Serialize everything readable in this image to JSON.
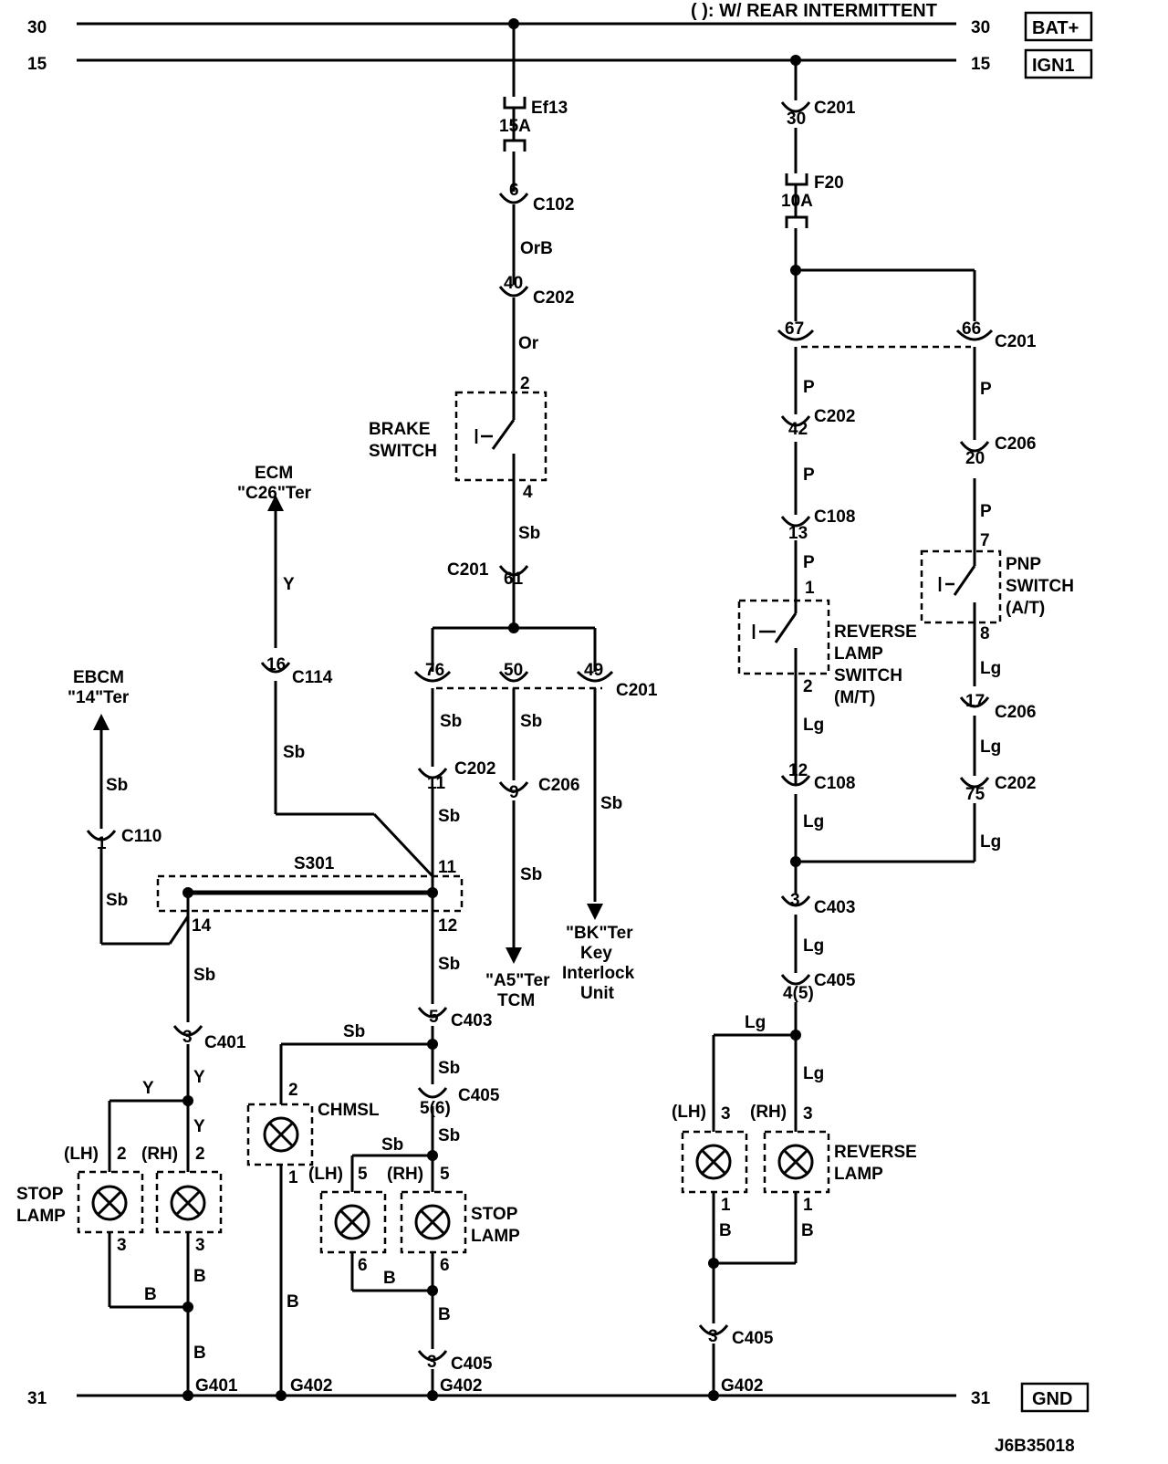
{
  "header": {
    "note": "( ): W/ REAR INTERMITTENT"
  },
  "rails": {
    "top30_left": "30",
    "top30_right": "30",
    "bat": "BAT+",
    "top15_left": "15",
    "top15_right": "15",
    "ign": "IGN1",
    "bot31_left": "31",
    "bot31_right": "31",
    "gnd": "GND"
  },
  "fuses": {
    "ef13_name": "Ef13",
    "ef13_rating": "15A",
    "f20_name": "F20",
    "f20_rating": "10A"
  },
  "components": {
    "brake_switch": [
      "BRAKE",
      "SWITCH"
    ],
    "reverse_lamp_switch": [
      "REVERSE",
      "LAMP",
      "SWITCH",
      "(M/T)"
    ],
    "pnp_switch": [
      "PNP",
      "SWITCH",
      "(A/T)"
    ],
    "chmsl": "CHMSL",
    "stop_lamp_left": [
      "STOP",
      "LAMP"
    ],
    "stop_lamp_right": [
      "STOP",
      "LAMP"
    ],
    "reverse_lamp": [
      "REVERSE",
      "LAMP"
    ],
    "splice": "S301"
  },
  "destinations": {
    "ecm": [
      "ECM",
      "\"C26\"Ter"
    ],
    "ebcm": [
      "EBCM",
      "\"14\"Ter"
    ],
    "tcm": [
      "\"A5\"Ter",
      "TCM"
    ],
    "key_interlock": [
      "\"BK\"Ter",
      "Key",
      "Interlock",
      "Unit"
    ]
  },
  "connectors": {
    "c102": "C102",
    "c201": "C201",
    "c202": "C202",
    "c206": "C206",
    "c108": "C108",
    "c114": "C114",
    "c110": "C110",
    "c401": "C401",
    "c403": "C403",
    "c405": "C405"
  },
  "pins": {
    "p6": "6",
    "p40": "40",
    "p2": "2",
    "p4": "4",
    "p61": "61",
    "p76": "76",
    "p50": "50",
    "p49": "49",
    "p11": "11",
    "p9": "9",
    "p16": "16",
    "p1": "1",
    "p14": "14",
    "p12": "12",
    "p3": "3",
    "p5": "5",
    "p56": "5(6)",
    "p30": "30",
    "p67": "67",
    "p66": "66",
    "p42": "42",
    "p20": "20",
    "p13": "13",
    "p7": "7",
    "p8": "8",
    "p17": "17",
    "p75": "75",
    "p45": "4(5)"
  },
  "lamp_side": {
    "lh": "(LH)",
    "rh": "(RH)"
  },
  "wire_colors": {
    "OrB": "OrB",
    "Or": "Or",
    "Sb": "Sb",
    "Y": "Y",
    "P": "P",
    "Lg": "Lg",
    "B": "B"
  },
  "grounds": {
    "g401": "G401",
    "g402": "G402"
  },
  "footer": {
    "code": "J6B35018"
  }
}
